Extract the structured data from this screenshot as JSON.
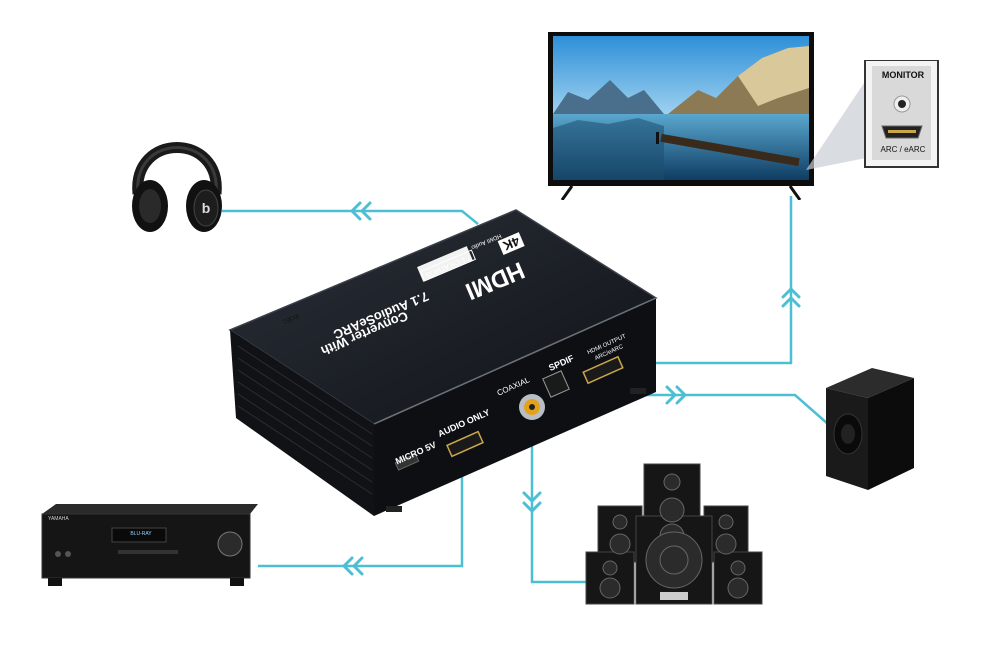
{
  "colors": {
    "cable": "#4dbfd4",
    "device": "#15181d",
    "background": "#ffffff",
    "accent": "#e2a21a"
  },
  "tv": {
    "icon": "tv-icon"
  },
  "monitor_port": {
    "title": "MONITOR",
    "port_label": "ARC / eARC"
  },
  "converter": {
    "brand": "HDMI",
    "product_line1": "Converter With",
    "product_line2": "7.1 AudioSeARC",
    "badge_4k": "4K",
    "badge_audio": "HDMI Audio",
    "badge_channels": "7.1 CH.ATMOS",
    "badge_cec": "ECEC",
    "port_micro": "MICRO 5V",
    "port_audio_only": "AUDIO ONLY",
    "port_coaxial": "COAXIAL",
    "port_spdif": "SPDIF",
    "port_hdmi_out": "HDMI OUTPUT",
    "port_hdmi_out_sub": "ARC/eARC"
  },
  "headphones": {
    "icon": "headphones-icon"
  },
  "subwoofer": {
    "icon": "subwoofer-icon"
  },
  "speakers": {
    "icon": "speaker-system-icon"
  },
  "receiver": {
    "icon": "av-receiver-icon",
    "brand": "YAMAHA",
    "display": "BLU-RAY"
  }
}
